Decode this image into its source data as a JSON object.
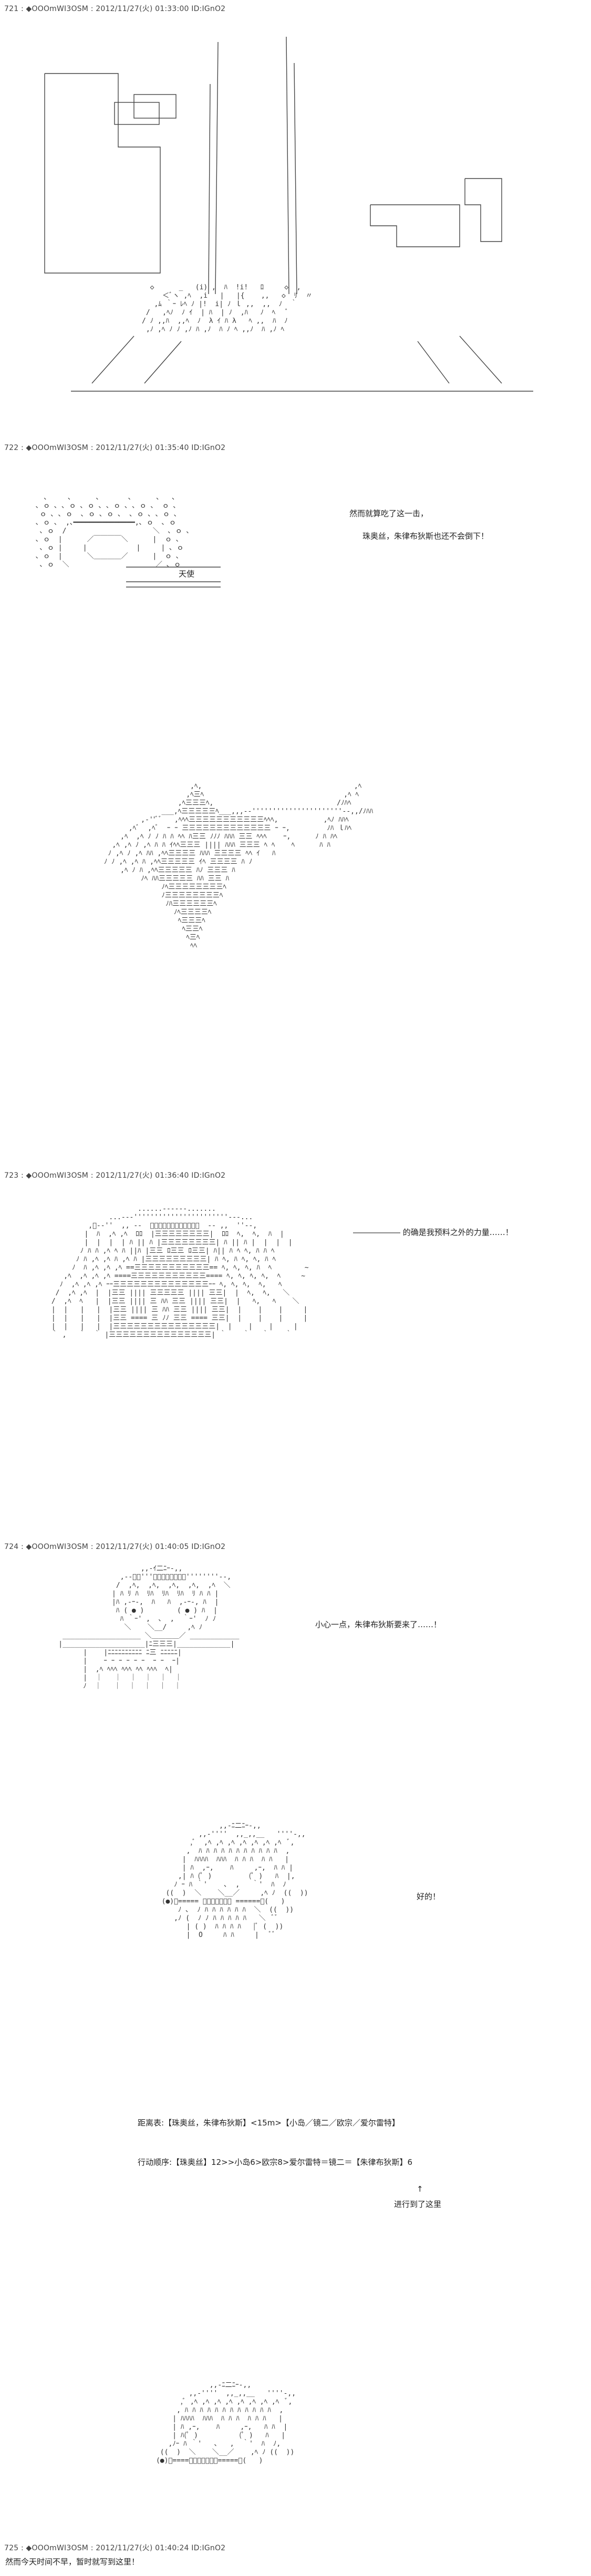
{
  "posts": [
    {
      "header": "721 : ◆OOOmWI3OSM : 2012/11/27(火) 01:33:00 ID:IGnO2"
    },
    {
      "header": "722 : ◆OOOmWI3OSM : 2012/11/27(火) 01:35:40 ID:IGnO2",
      "lines": [
        "然而就算吃了这一击，",
        "珠奥丝，朱律布狄斯也还不会倒下！"
      ],
      "label": "天使"
    },
    {
      "header": "723 : ◆OOOmWI3OSM : 2012/11/27(火) 01:36:40 ID:IGnO2",
      "lines": [
        "―――――― 的确是我预料之外的力量……！"
      ]
    },
    {
      "header": "724 : ◆OOOmWI3OSM : 2012/11/27(火) 01:40:05 ID:IGnO2",
      "lines": [
        "小心一点，朱律布狄斯要来了……！",
        "好的！"
      ],
      "status": {
        "distance": "距离表:【珠奥丝，朱律布狄斯】<15m>【小岛／镜二／欧宗／爱尔雷特】",
        "order": "行动顺序:【珠奥丝】12>>小岛6>欧宗8>爱尔雷特＝镜二＝【朱律布狄斯】6",
        "arrow": "↑",
        "note": "进行到了这里"
      }
    },
    {
      "header": "725 : ◆OOOmWI3OSM : 2012/11/27(火) 01:40:24 ID:IGnO2",
      "lines": [
        "然而今天时间不早，暂时就写到这里！"
      ]
    }
  ]
}
